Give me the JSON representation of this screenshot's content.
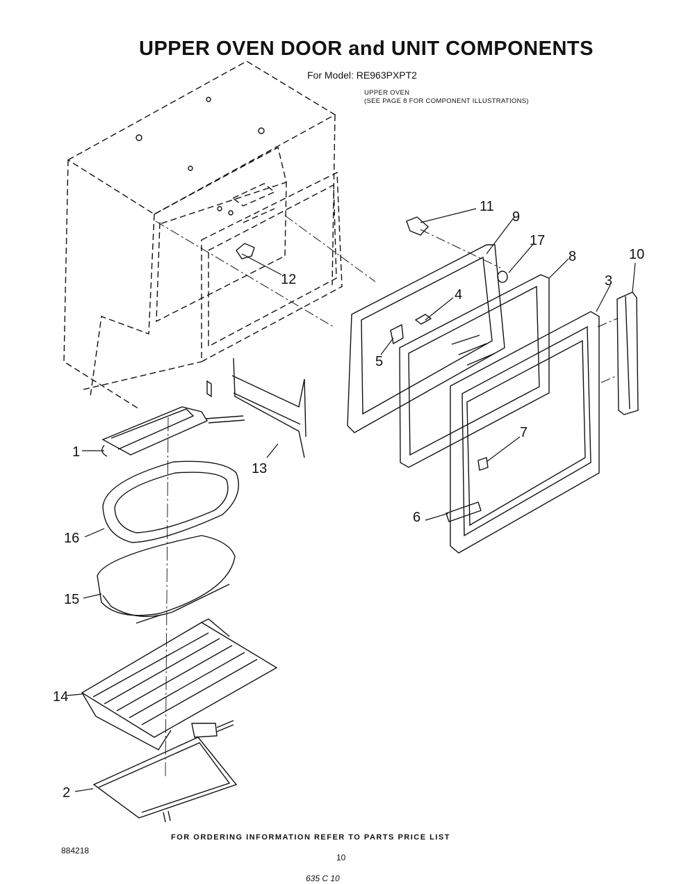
{
  "header": {
    "title": "UPPER OVEN DOOR and UNIT COMPONENTS",
    "model_line": "For Model: RE963PXPT2",
    "note_line1": "UPPER OVEN",
    "note_line2": "(SEE PAGE 8 FOR COMPONENT ILLUSTRATIONS)"
  },
  "callouts": [
    "11",
    "9",
    "17",
    "8",
    "10",
    "3",
    "4",
    "12",
    "5",
    "7",
    "6",
    "1",
    "13",
    "16",
    "15",
    "14",
    "2"
  ],
  "footer": {
    "ordering": "FOR ORDERING INFORMATION REFER TO PARTS PRICE LIST",
    "doc_number": "884218",
    "page_number": "10",
    "handwritten": "635 C 10"
  }
}
